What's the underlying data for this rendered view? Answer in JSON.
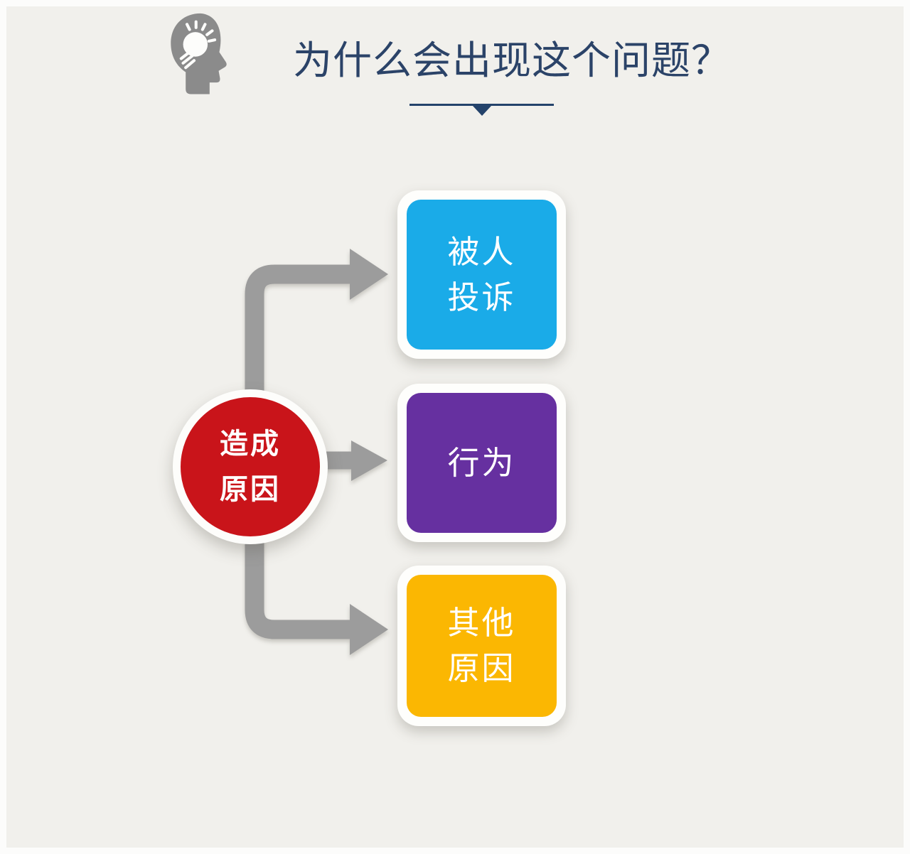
{
  "page": {
    "background": "#f1f0ec"
  },
  "header": {
    "title": "为什么会出现这个问题？",
    "title_color": "#2b4368",
    "divider_color": "#24436b",
    "icon": "head-lightbulb-icon",
    "icon_color": "#8b8b8b"
  },
  "diagram": {
    "arrow_color": "#9c9c9c",
    "source": {
      "lines": [
        "造成",
        "原因"
      ],
      "color": "#c9141a"
    },
    "targets": [
      {
        "id": "complaint",
        "lines": [
          "被人",
          "投诉"
        ],
        "color": "#1aabe8"
      },
      {
        "id": "behavior",
        "lines": [
          "行为"
        ],
        "color": "#6630a0"
      },
      {
        "id": "other",
        "lines": [
          "其他",
          "原因"
        ],
        "color": "#fbb702"
      }
    ]
  }
}
